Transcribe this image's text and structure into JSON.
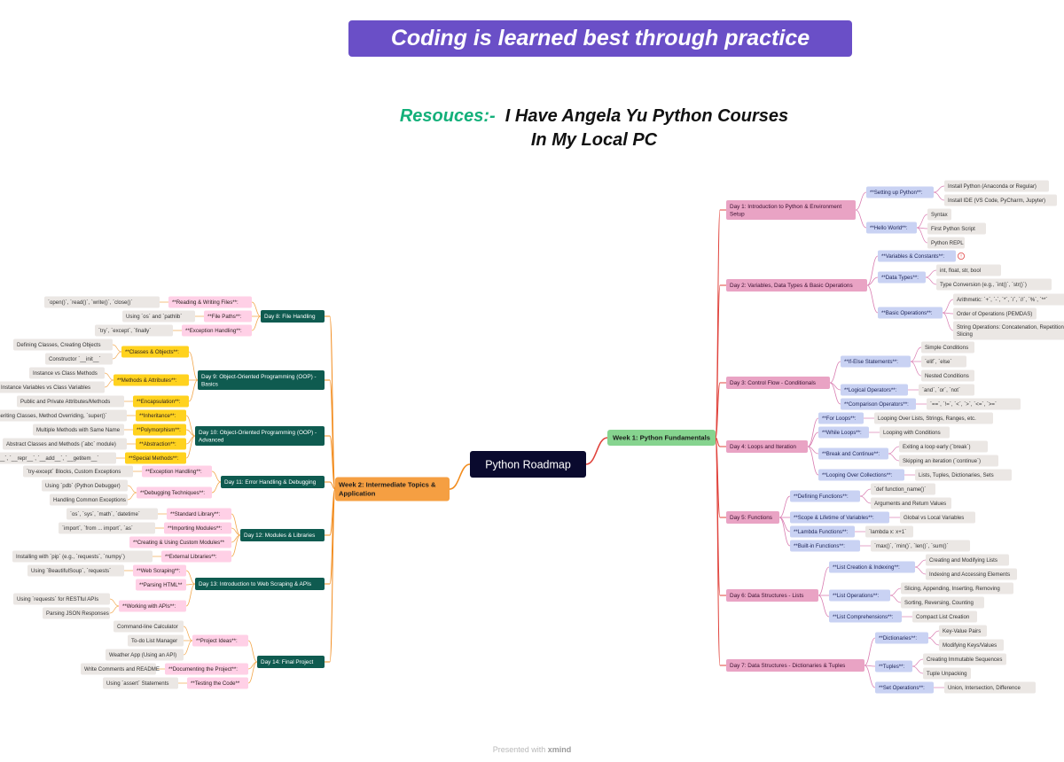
{
  "banner": "Coding is learned best through practice",
  "resources": {
    "label": "Resouces:-",
    "line1": "I Have Angela Yu Python Courses",
    "line2": "In My Local PC"
  },
  "footer": {
    "prefix": "Presented with",
    "brand": "xmind"
  },
  "mindmap": {
    "root": "Python Roadmap",
    "week1": {
      "title": "Week 1: Python Fundamentals",
      "days": [
        {
          "title": "Day 1: Introduction to Python & Environment Setup",
          "topics": [
            {
              "label": "**Setting up Python**:",
              "items": [
                "Install Python (Anaconda or Regular)",
                "Install IDE (VS Code, PyCharm, Jupyter)"
              ]
            },
            {
              "label": "**Hello World**:",
              "items": [
                "Syntax",
                "First Python Script",
                "Python REPL"
              ]
            }
          ]
        },
        {
          "title": "Day 2: Variables, Data Types & Basic Operations",
          "topics": [
            {
              "label": "**Variables & Constants**:",
              "items": []
            },
            {
              "label": "**Data Types**:",
              "items": [
                "int, float, str, bool",
                "Type Conversion (e.g., `int()`, `str()`)"
              ]
            },
            {
              "label": "**Basic Operations**:",
              "items": [
                "Arithmetic: `+`, `-`, `*`, `/`, `//`, `%`, `**`",
                "Order of Operations (PEMDAS)",
                "String Operations: Concatenation, Repetition, Slicing"
              ]
            }
          ]
        },
        {
          "title": "Day 3: Control Flow - Conditionals",
          "topics": [
            {
              "label": "**If-Else Statements**:",
              "items": [
                "Simple Conditions",
                "`elif`, `else`",
                "Nested Conditions"
              ]
            },
            {
              "label": "**Logical Operators**:",
              "items": [
                "`and`, `or`, `not`"
              ]
            },
            {
              "label": "**Comparison Operators**:",
              "items": [
                "`==`, `!=`, `<`, `>`, `<=`, `>=`"
              ]
            }
          ]
        },
        {
          "title": "Day 4: Loops and Iteration",
          "topics": [
            {
              "label": "**For Loops**:",
              "items": [
                "Looping Over Lists, Strings, Ranges, etc."
              ]
            },
            {
              "label": "**While Loops**:",
              "items": [
                "Looping with Conditions"
              ]
            },
            {
              "label": "**Break and Continue**:",
              "items": [
                "Exiting a loop early (`break`)",
                "Skipping an iteration (`continue`)"
              ]
            },
            {
              "label": "**Looping Over Collections**:",
              "items": [
                "Lists, Tuples, Dictionaries, Sets"
              ]
            }
          ]
        },
        {
          "title": "Day 5: Functions",
          "topics": [
            {
              "label": "**Defining Functions**:",
              "items": [
                "`def function_name()`",
                "Arguments and Return Values"
              ]
            },
            {
              "label": "**Scope & Lifetime of Variables**:",
              "items": [
                "Global vs Local Variables"
              ]
            },
            {
              "label": "**Lambda Functions**:",
              "items": [
                "`lambda x: x+1`"
              ]
            },
            {
              "label": "**Built-in Functions**:",
              "items": [
                "`max()`, `min()`, `len()`, `sum()`"
              ]
            }
          ]
        },
        {
          "title": "Day 6: Data Structures - Lists",
          "topics": [
            {
              "label": "**List Creation & Indexing**:",
              "items": [
                "Creating and Modifying Lists",
                "Indexing and Accessing Elements"
              ]
            },
            {
              "label": "**List Operations**:",
              "items": [
                "Slicing, Appending, Inserting, Removing",
                "Sorting, Reversing, Counting"
              ]
            },
            {
              "label": "**List Comprehensions**:",
              "items": [
                "Compact List Creation"
              ]
            }
          ]
        },
        {
          "title": "Day 7: Data Structures - Dictionaries & Tuples",
          "topics": [
            {
              "label": "**Dictionaries**:",
              "items": [
                "Key-Value Pairs",
                "Modifying Keys/Values"
              ]
            },
            {
              "label": "**Tuples**:",
              "items": [
                "Creating Immutable Sequences",
                "Tuple Unpacking"
              ]
            },
            {
              "label": "**Set Operations**:",
              "items": [
                "Union, Intersection, Difference"
              ]
            }
          ]
        }
      ]
    },
    "week2": {
      "title": "Week 2: Intermediate Topics & Application",
      "days": [
        {
          "title": "Day 8: File Handling",
          "topics": [
            {
              "label": "**Reading & Writing Files**:",
              "items": [
                "`open()`, `read()`, `write()`, `close()`"
              ]
            },
            {
              "label": "**File Paths**:",
              "items": [
                "Using `os` and `pathlib`"
              ]
            },
            {
              "label": "**Exception Handling**:",
              "items": [
                "`try`, `except`, `finally`"
              ]
            }
          ]
        },
        {
          "title": "Day 9: Object-Oriented Programming (OOP) - Basics",
          "topics": [
            {
              "label": "**Classes & Objects**:",
              "items": [
                "Defining Classes, Creating Objects",
                "Constructor `__init__`"
              ]
            },
            {
              "label": "**Methods & Attributes**:",
              "items": [
                "Instance vs Class Methods",
                "Instance Variables vs Class Variables"
              ]
            },
            {
              "label": "**Encapsulation**:",
              "items": [
                "Public and Private Attributes/Methods"
              ]
            }
          ]
        },
        {
          "title": "Day 10: Object-Oriented Programming (OOP) - Advanced",
          "topics": [
            {
              "label": "**Inheritance**:",
              "items": [
                "Inheriting Classes, Method Overriding, `super()`"
              ]
            },
            {
              "label": "**Polymorphism**:",
              "items": [
                "Multiple Methods with Same Name"
              ]
            },
            {
              "label": "**Abstraction**:",
              "items": [
                "Abstract Classes and Methods (`abc` module)"
              ]
            },
            {
              "label": "**Special Methods**:",
              "items": [
                "`__str__`, `__repr__`, `__add__`, `__getitem__`"
              ]
            }
          ]
        },
        {
          "title": "Day 11: Error Handling & Debugging",
          "topics": [
            {
              "label": "**Exception Handling**:",
              "items": [
                "`try-except` Blocks, Custom Exceptions"
              ]
            },
            {
              "label": "**Debugging Techniques**:",
              "items": [
                "Using `pdb` (Python Debugger)",
                "Handling Common Exceptions"
              ]
            }
          ]
        },
        {
          "title": "Day 12: Modules & Libraries",
          "topics": [
            {
              "label": "**Standard Library**:",
              "items": [
                "`os`, `sys`, `math`, `datetime`"
              ]
            },
            {
              "label": "**Importing Modules**:",
              "items": [
                "`import`, `from ... import`, `as`"
              ]
            },
            {
              "label": "**Creating & Using Custom Modules**",
              "items": []
            },
            {
              "label": "**External Libraries**:",
              "items": [
                "Installing with `pip` (e.g., `requests`, `numpy`)"
              ]
            }
          ]
        },
        {
          "title": "Day 13: Introduction to Web Scraping & APIs",
          "topics": [
            {
              "label": "**Web Scraping**:",
              "items": [
                "Using `BeautifulSoup`, `requests`"
              ]
            },
            {
              "label": "**Parsing HTML**",
              "items": []
            },
            {
              "label": "**Working with APIs**:",
              "items": [
                "Using `requests` for RESTful APIs",
                "Parsing JSON Responses"
              ]
            }
          ]
        },
        {
          "title": "Day 14: Final Project",
          "topics": [
            {
              "label": "**Project Ideas**:",
              "items": [
                "Command-line Calculator",
                "To-do List Manager",
                "Weather App (Using an API)"
              ]
            },
            {
              "label": "**Documenting the Project**:",
              "items": [
                "Write Comments and README"
              ]
            },
            {
              "label": "**Testing the Code**",
              "items": [
                "Using `assert` Statements"
              ]
            }
          ]
        }
      ]
    }
  }
}
